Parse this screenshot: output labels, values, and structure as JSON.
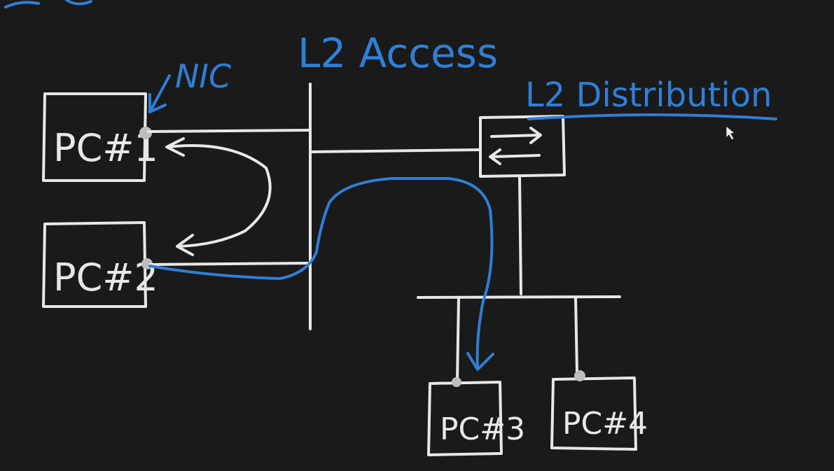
{
  "labels": {
    "nic": "NIC",
    "l2_access": "L2 Access",
    "l2_distribution": "L2 Distribution"
  },
  "hosts": [
    {
      "id": "pc1",
      "label": "PC#1"
    },
    {
      "id": "pc2",
      "label": "PC#2"
    },
    {
      "id": "pc3",
      "label": "PC#3"
    },
    {
      "id": "pc4",
      "label": "PC#4"
    }
  ],
  "colors": {
    "background": "#1a1a1a",
    "chalk": "#e8e8e8",
    "ink": "#2f7fd6"
  },
  "icons": {
    "switch": "switch-arrows-icon",
    "cursor": "mouse-cursor-icon"
  }
}
